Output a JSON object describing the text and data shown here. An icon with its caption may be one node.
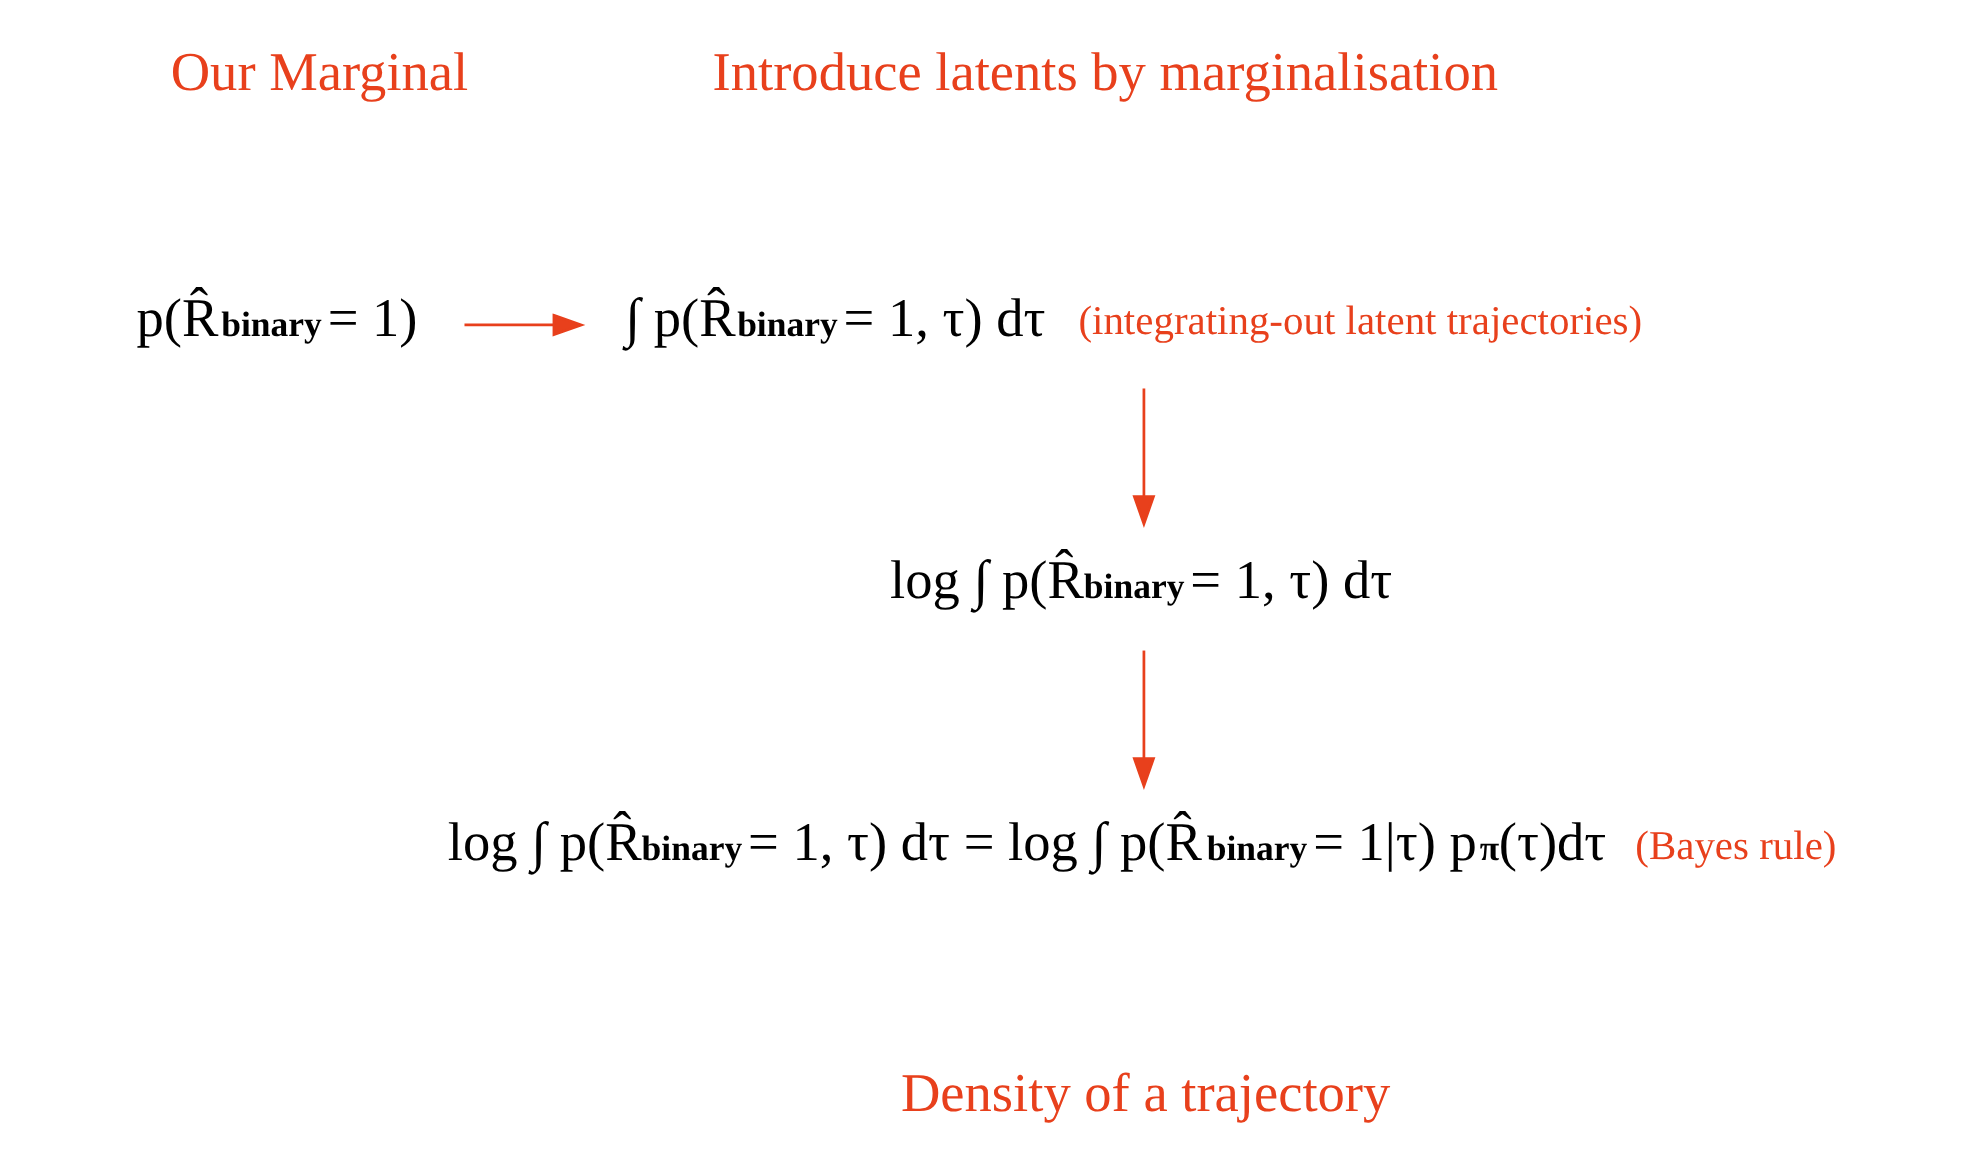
{
  "diagram": {
    "nodes": [
      {
        "text": [
          "p(R̂$_{binary}$= 1)"
        ]
      },
      {
        "text": [
          "∫ p(R̂$_{binary}$= 1, τ) dτ"
        ],
        "beside": [
          "(integrating-out latent trajectories)"
        ]
      },
      {
        "text": [
          "log ∫ p(R̂$_{binary}$= 1, τ) dτ"
        ]
      },
      {
        "text": [
          "log ∫ p(R̂$_{binary}$= 1, τ) dτ = log ∫ p(R̂$_{binary}$= 1|τ) p$_{π}$(τ)dτ"
        ],
        "beside": [
          "(Bayes rule)"
        ]
      }
    ],
    "edges": [
      {
        "from": 0,
        "to": 1,
        "arrow": "to"
      },
      {
        "from": 1,
        "to": 2,
        "arrow": "to"
      },
      {
        "from": 2,
        "to": 3,
        "arrow": "to"
      }
    ],
    "labels": [
      "Our Marginal",
      "Introduce latents by marginalisation",
      "Density of a trajectory"
    ]
  }
}
